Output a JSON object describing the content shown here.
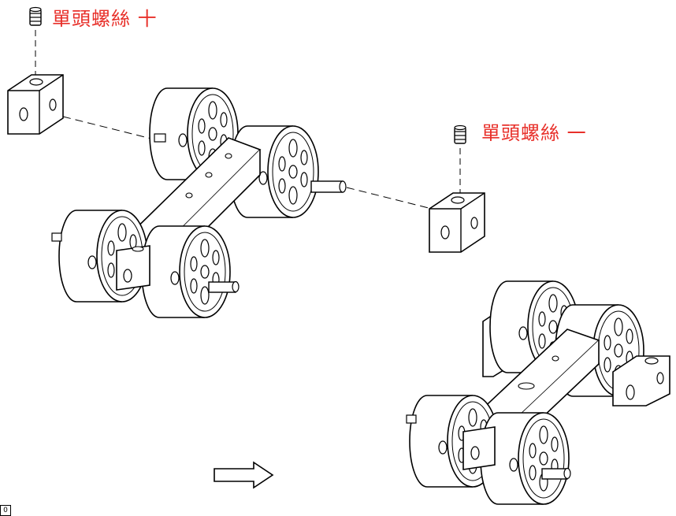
{
  "labels": {
    "set_screw_top": "單頭螺絲 十",
    "set_screw_right": "單頭螺絲 一"
  },
  "page_mark": "0",
  "colors": {
    "label": "#e8302a",
    "line": "#000000",
    "background": "#ffffff"
  },
  "icons": [
    "set-screw-icon",
    "arrow-right-icon"
  ]
}
